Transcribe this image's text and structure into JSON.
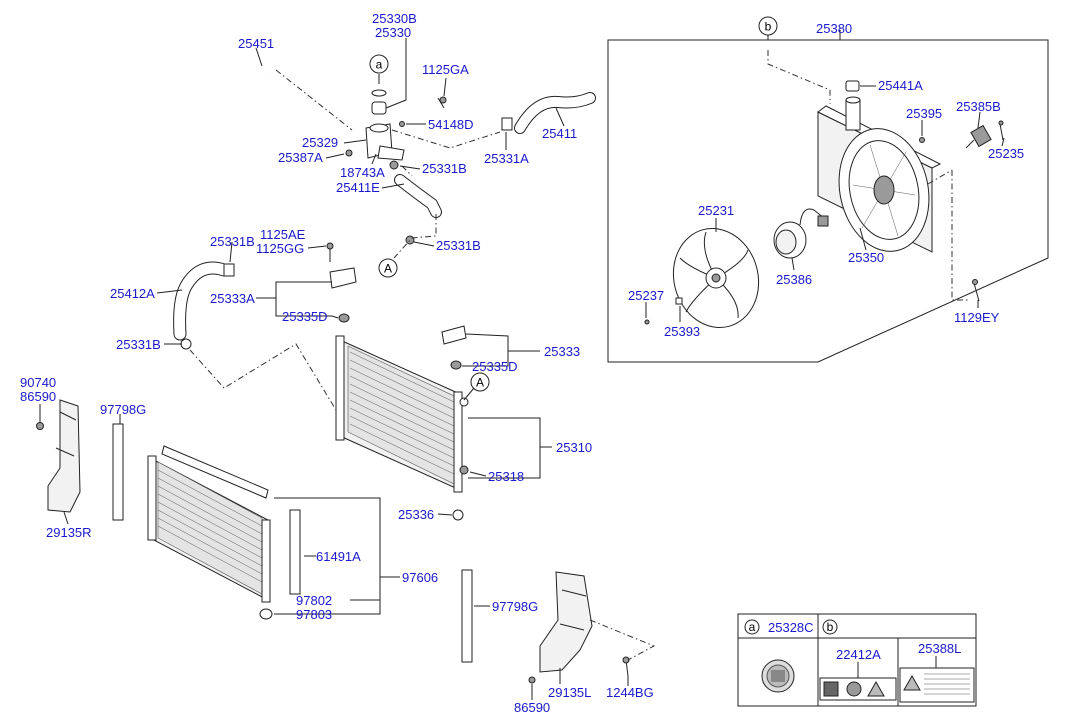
{
  "labels": {
    "p25330b": "25330B",
    "p25330": "25330",
    "p25451": "25451",
    "p1125ga": "1125GA",
    "p54148d": "54148D",
    "p25411": "25411",
    "p25329": "25329",
    "p25387a": "25387A",
    "p18743a": "18743A",
    "p25331b_a": "25331B",
    "p25411e": "25411E",
    "p25331a": "25331A",
    "p25331b_b": "25331B",
    "p25331b_c": "25331B",
    "p1125ae": "1125AE",
    "p1125gg": "1125GG",
    "p25412a": "25412A",
    "p25333a": "25333A",
    "p25335d_a": "25335D",
    "p25331b_d": "25331B",
    "p25333": "25333",
    "p25335d_b": "25335D",
    "p90740": "90740",
    "p86590_a": "86590",
    "p97798g_a": "97798G",
    "p25310": "25310",
    "p25318": "25318",
    "p29135r": "29135R",
    "p25336": "25336",
    "p61491a": "61491A",
    "p97606": "97606",
    "p97802": "97802",
    "p97803": "97803",
    "p97798g_b": "97798G",
    "p29135l": "29135L",
    "p1244bg": "1244BG",
    "p86590_b": "86590",
    "p25380": "25380",
    "p25441a": "25441A",
    "p25395": "25395",
    "p25385b": "25385B",
    "p25235": "25235",
    "p25231": "25231",
    "p25350": "25350",
    "p25386": "25386",
    "p25237": "25237",
    "p25393": "25393",
    "p1129ey": "1129EY"
  },
  "callouts": {
    "a_top": "a",
    "b_top": "b",
    "A_upper": "A",
    "A_lower": "A"
  },
  "legend": {
    "a_letter": "a",
    "a_part": "25328C",
    "b_letter": "b",
    "b_part1": "22412A",
    "b_part2": "25388L"
  }
}
